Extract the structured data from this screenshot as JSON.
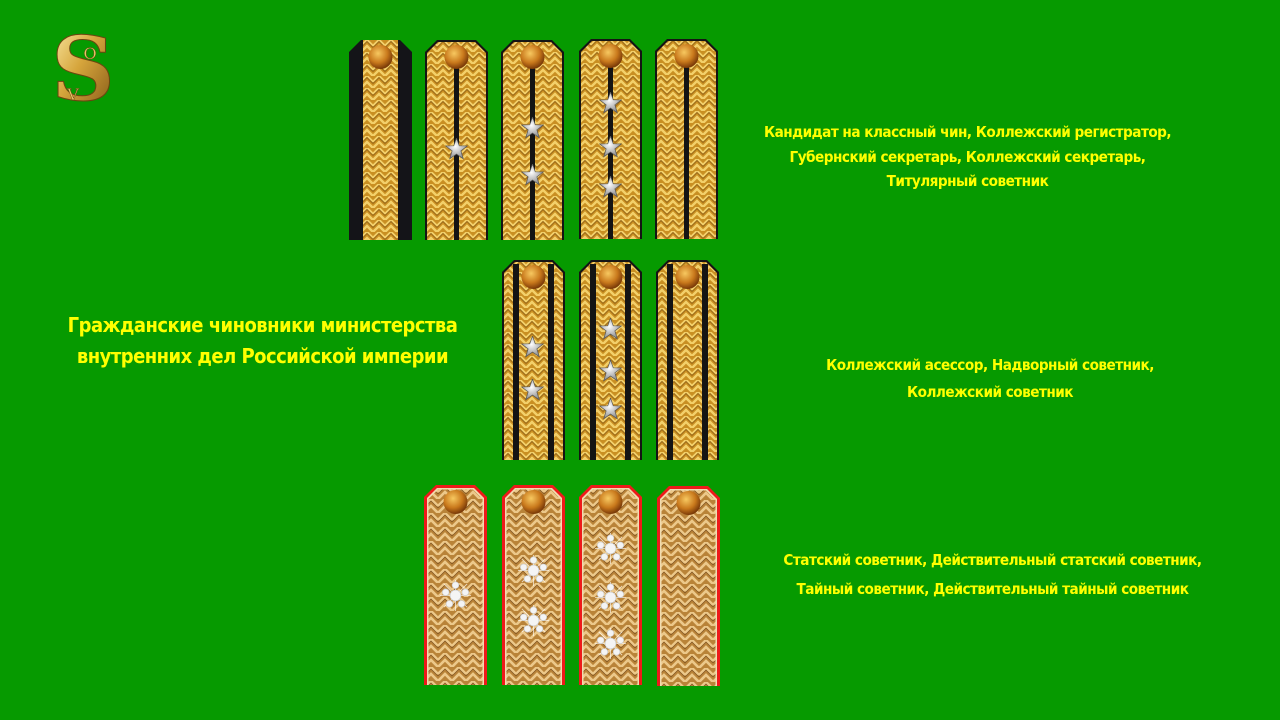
{
  "logo": {
    "letters": "S O V",
    "icon": "sov-gold-monogram-icon"
  },
  "title": {
    "line1": "Гражданские чиновники министерства",
    "line2": "внутренних дел Российской империи"
  },
  "colors": {
    "background": "#069a00",
    "text": "#ffff00",
    "gold": "#d9a53a",
    "black_stripe": "#141414",
    "red_edge": "#ee1a1a",
    "silver_star": "#c8c8c8"
  },
  "rows": [
    {
      "caption": {
        "line1": "Кандидат на классный чин, Коллежский регистратор,",
        "line2": "Губернский секретарь, Коллежский секретарь,",
        "line3": "Титулярный советник"
      },
      "boards": [
        {
          "type": "candidate",
          "stars": 0
        },
        {
          "type": "single-stripe",
          "stars": 1
        },
        {
          "type": "single-stripe",
          "stars": 2
        },
        {
          "type": "single-stripe",
          "stars": 3
        },
        {
          "type": "single-stripe",
          "stars": 0
        }
      ]
    },
    {
      "caption": {
        "line1": "Коллежский асессор, Надворный советник,",
        "line2": "Коллежский советник"
      },
      "boards": [
        {
          "type": "double-stripe",
          "stars": 2
        },
        {
          "type": "double-stripe",
          "stars": 3
        },
        {
          "type": "double-stripe",
          "stars": 0
        }
      ]
    },
    {
      "caption": {
        "line1": "Статский советник, Действительный статский советник,",
        "line2": "Тайный советник, Действительный тайный советник"
      },
      "boards": [
        {
          "type": "general-zigzag",
          "stars": 1
        },
        {
          "type": "general-zigzag",
          "stars": 2
        },
        {
          "type": "general-zigzag",
          "stars": 3
        },
        {
          "type": "general-zigzag",
          "stars": 0
        }
      ]
    }
  ]
}
